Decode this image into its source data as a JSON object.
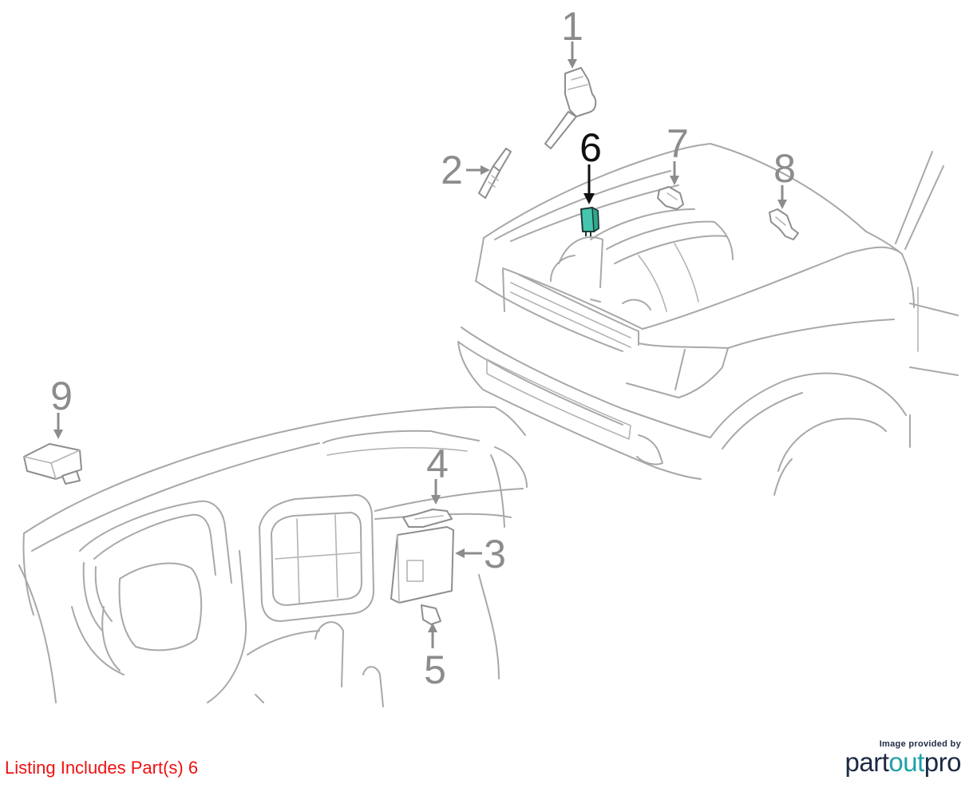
{
  "diagram": {
    "callouts": [
      {
        "id": "1",
        "label": "1",
        "highlighted": false
      },
      {
        "id": "2",
        "label": "2",
        "highlighted": false
      },
      {
        "id": "3",
        "label": "3",
        "highlighted": false
      },
      {
        "id": "4",
        "label": "4",
        "highlighted": false
      },
      {
        "id": "5",
        "label": "5",
        "highlighted": false
      },
      {
        "id": "6",
        "label": "6",
        "highlighted": true
      },
      {
        "id": "7",
        "label": "7",
        "highlighted": false
      },
      {
        "id": "8",
        "label": "8",
        "highlighted": false
      },
      {
        "id": "9",
        "label": "9",
        "highlighted": false
      }
    ],
    "colors": {
      "line": "#a8a8a8",
      "callout": "#8c8c8c",
      "highlight_callout": "#111111",
      "highlight_part": "#46c6ae"
    }
  },
  "listing": {
    "text": "Listing Includes Part(s) 6",
    "color": "#ee1111"
  },
  "branding": {
    "provided_by": "Image provided by",
    "logo_part": "part",
    "logo_out": "out",
    "logo_pro": "pro",
    "colors": {
      "dark": "#1c2a44",
      "teal": "#1fa0a8"
    }
  }
}
